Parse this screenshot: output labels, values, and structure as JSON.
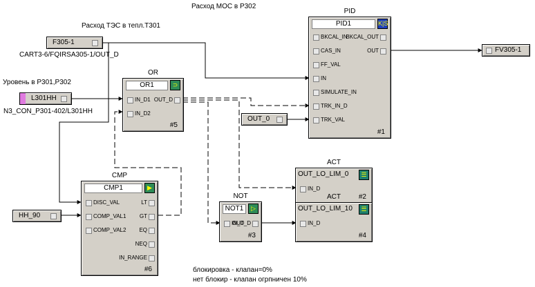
{
  "labels": {
    "top_title": "Расход МОС в Р302",
    "f305_caption": "Расход ТЭС в тепл.Т301",
    "f305_path": "CART3-6/FQIRSA305-1/OUT_D",
    "l301_caption": "Уровень в Р301,Р302",
    "l301_path": "N3_CON_P301-402/L301HH",
    "note_line1": "блокировка - клапан=0%",
    "note_line2": "нет блокир - клапан огрпничен 10%"
  },
  "tags": {
    "f305": "F305-1",
    "l301": "L301HH",
    "out0": "OUT_0",
    "hh90": "HH_90",
    "fv305": "FV305-1"
  },
  "blocks": {
    "pid": {
      "type": "PID",
      "name": "PID1",
      "number": "#1",
      "icon": "K|S",
      "inputs": [
        "BKCAL_IN",
        "CAS_IN",
        "FF_VAL",
        "IN",
        "SIMULATE_IN",
        "TRK_IN_D",
        "TRK_VAL"
      ],
      "outputs": [
        "BKCAL_OUT",
        "OUT"
      ]
    },
    "or": {
      "type": "OR",
      "name": "OR1",
      "number": "#5",
      "inputs": [
        "IN_D1",
        "IN_D2"
      ],
      "outputs": [
        "OUT_D"
      ]
    },
    "cmp": {
      "type": "CMP",
      "name": "CMP1",
      "number": "#6",
      "inputs": [
        "DISC_VAL",
        "COMP_VAL1",
        "COMP_VAL2"
      ],
      "outputs": [
        "LT",
        "GT",
        "EQ",
        "NEQ",
        "IN_RANGE"
      ]
    },
    "not": {
      "type": "NOT",
      "name": "NOT1",
      "number": "#3",
      "inputs": [
        "IN_D"
      ],
      "outputs": [
        "OUT_D"
      ]
    },
    "act1": {
      "type": "ACT",
      "name": "OUT_LO_LIM_0",
      "number": "#2",
      "inputs": [
        "IN_D"
      ]
    },
    "act2": {
      "type": "ACT",
      "name": "OUT_LO_LIM_10",
      "number": "#4",
      "inputs": [
        "IN_D"
      ]
    }
  }
}
